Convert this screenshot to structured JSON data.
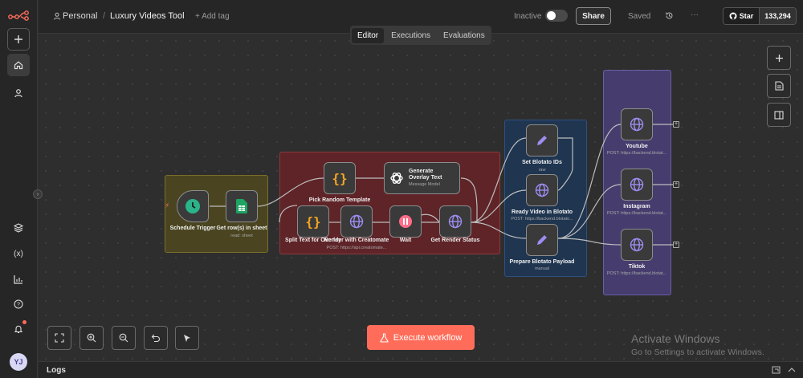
{
  "header": {
    "project": "Personal",
    "workflow_title": "Luxury Videos Tool",
    "add_tag": "+ Add tag",
    "status_label": "Inactive",
    "share_label": "Share",
    "saved_label": "Saved",
    "more_label": "···",
    "github_star": "Star",
    "github_count": "133,294"
  },
  "tabs": [
    {
      "label": "Editor",
      "active": true
    },
    {
      "label": "Executions",
      "active": false
    },
    {
      "label": "Evaluations",
      "active": false
    }
  ],
  "sidebar": {
    "avatar_initials": "YJ",
    "items": [
      "add-icon",
      "home-icon",
      "user-icon",
      "templates-icon",
      "variables-icon",
      "insights-icon",
      "help-icon",
      "notifications-icon"
    ]
  },
  "nodes": {
    "schedule": {
      "label": "Schedule Trigger"
    },
    "get_rows": {
      "label": "Get row(s) in sheet",
      "sub": "read: sheet"
    },
    "pick_template": {
      "label": "Pick Random Template"
    },
    "generate_overlay": {
      "label": "Generate Overlay Text",
      "line1": "Generate",
      "line2": "Overlay Text",
      "sub": "Message Model"
    },
    "split_text": {
      "label": "Split Text for Overlay"
    },
    "render": {
      "label": "Render with Creatomate",
      "sub": "POST: https://api.creatomate..."
    },
    "wait": {
      "label": "Wait"
    },
    "get_render_status": {
      "label": "Get Render Status"
    },
    "set_blotato": {
      "label": "Set Blotato IDs",
      "sub": "raw"
    },
    "ready_video": {
      "label": "Ready Video in Blotato",
      "sub": "POST: https://backend.blotato..."
    },
    "prepare_payload": {
      "label": "Prepare Blotato Payload",
      "sub": "manual"
    },
    "youtube": {
      "label": "Youtube",
      "sub": "POST: https://backend.blotat..."
    },
    "instagram": {
      "label": "Instagram",
      "sub": "POST: https://backend.blotat..."
    },
    "tiktok": {
      "label": "Tiktok",
      "sub": "POST: https://backend.blotat..."
    }
  },
  "canvas": {
    "execute_label": "Execute workflow",
    "watermark_title": "Activate Windows",
    "watermark_sub": "Go to Settings to activate Windows."
  },
  "logs": {
    "title": "Logs"
  },
  "colors": {
    "accent": "#ff6d5a",
    "sticky_yellow": "#4a4520",
    "sticky_red": "#5e2428",
    "sticky_blue": "#1f3550",
    "sticky_purple": "#463d6e",
    "sheets_green": "#1fa463",
    "schedule_green": "#2bb389",
    "icon_purple": "#9d8df2",
    "code_orange": "#f5a623"
  }
}
